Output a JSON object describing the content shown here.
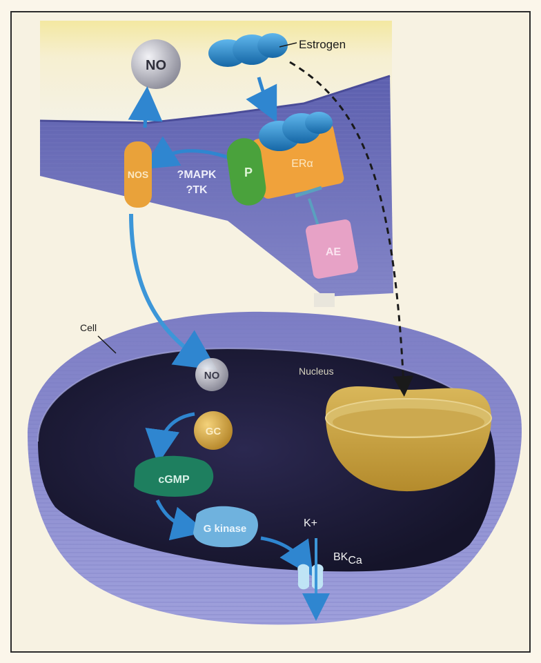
{
  "labels": {
    "no_top": "NO",
    "estrogen": "Estrogen",
    "nos": "NOS",
    "pathway_1": "?MAPK",
    "pathway_2": "?TK",
    "p": "P",
    "er": "ERα",
    "ae": "AE",
    "cell": "Cell",
    "nucleus": "Nucleus",
    "no_cell": "NO",
    "gc": "GC",
    "cgmp": "cGMP",
    "g_kinase": "G kinase",
    "k_plus": "K+",
    "bk": "BK",
    "bk_sub": "Ca"
  },
  "colors": {
    "page_background": "#fbf6ea",
    "frame": "#2a2a2a",
    "membrane": "#6d6fb6",
    "cell_outer": "#8e8fd0",
    "cell_inner": "#1e1c3a",
    "nucleus": "#caa84e",
    "estrogen": "#1f7fc4",
    "receptor": "#f0a23b",
    "p_protein": "#4aa23c",
    "ae_box": "#e7a2c6",
    "no_sphere": "#9a9aa6",
    "gc_sphere": "#d4a43a",
    "cgmp": "#1e7f5f",
    "g_kinase": "#6fb2de",
    "arrow_blue": "#2f86d0",
    "dashed_arrow": "#1a1a1a"
  }
}
